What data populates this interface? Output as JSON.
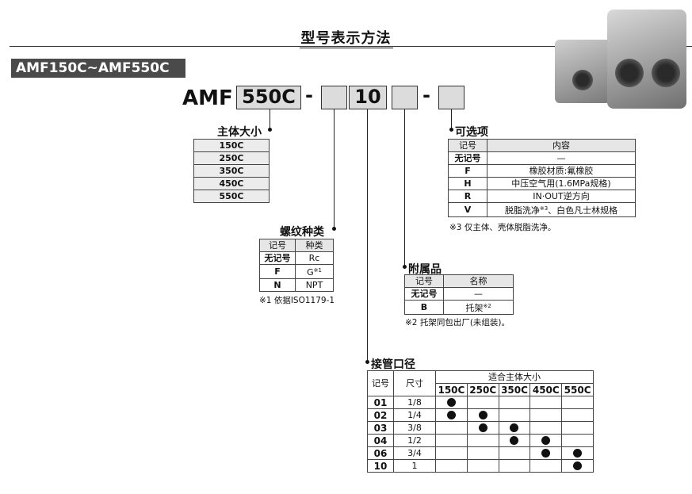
{
  "title": "型号表示方法",
  "series": "AMF150C~AMF550C",
  "code": {
    "prefix": "AMF",
    "size_box": "550C",
    "dash1": "-",
    "port_box": "10",
    "dash2": "-"
  },
  "body_size": {
    "label": "主体大小",
    "items": [
      "150C",
      "250C",
      "350C",
      "450C",
      "550C"
    ]
  },
  "thread": {
    "label": "螺纹种类",
    "headers": [
      "记号",
      "种类"
    ],
    "rows": [
      [
        "无记号",
        "Rc"
      ],
      [
        "F",
        "G"
      ],
      [
        "N",
        "NPT"
      ]
    ],
    "g_sup": "※1",
    "note": "※1 依据ISO1179-1"
  },
  "option": {
    "label": "可选项",
    "headers": [
      "记号",
      "内容"
    ],
    "rows": [
      [
        "无记号",
        "—"
      ],
      [
        "F",
        "橡胶材质:氟橡胶"
      ],
      [
        "H",
        "中压空气用(1.6MPa规格)"
      ],
      [
        "R",
        "IN·OUT逆方向"
      ],
      [
        "V",
        "脱脂洗净※3、白色凡士林规格"
      ]
    ],
    "v_part1": "脱脂洗净",
    "v_sup": "※3",
    "v_part2": "、白色凡士林规格",
    "note": "※3 仅主体、壳体脱脂洗净。"
  },
  "accessory": {
    "label": "附属品",
    "headers": [
      "记号",
      "名称"
    ],
    "rows": [
      [
        "无记号",
        "—"
      ],
      [
        "B",
        "托架"
      ]
    ],
    "b_sup": "※2",
    "note": "※2 托架同包出厂(未组装)。"
  },
  "port": {
    "label": "接管口径",
    "headers": [
      "记号",
      "尺寸"
    ],
    "group_header": "适合主体大小",
    "sizes": [
      "150C",
      "250C",
      "350C",
      "450C",
      "550C"
    ],
    "rows": [
      {
        "code": "01",
        "size": "1/8",
        "fit": [
          1,
          0,
          0,
          0,
          0
        ]
      },
      {
        "code": "02",
        "size": "1/4",
        "fit": [
          1,
          1,
          0,
          0,
          0
        ]
      },
      {
        "code": "03",
        "size": "3/8",
        "fit": [
          0,
          1,
          1,
          0,
          0
        ]
      },
      {
        "code": "04",
        "size": "1/2",
        "fit": [
          0,
          0,
          1,
          1,
          0
        ]
      },
      {
        "code": "06",
        "size": "3/4",
        "fit": [
          0,
          0,
          0,
          1,
          1
        ]
      },
      {
        "code": "10",
        "size": "1",
        "fit": [
          0,
          0,
          0,
          0,
          1
        ]
      }
    ]
  }
}
